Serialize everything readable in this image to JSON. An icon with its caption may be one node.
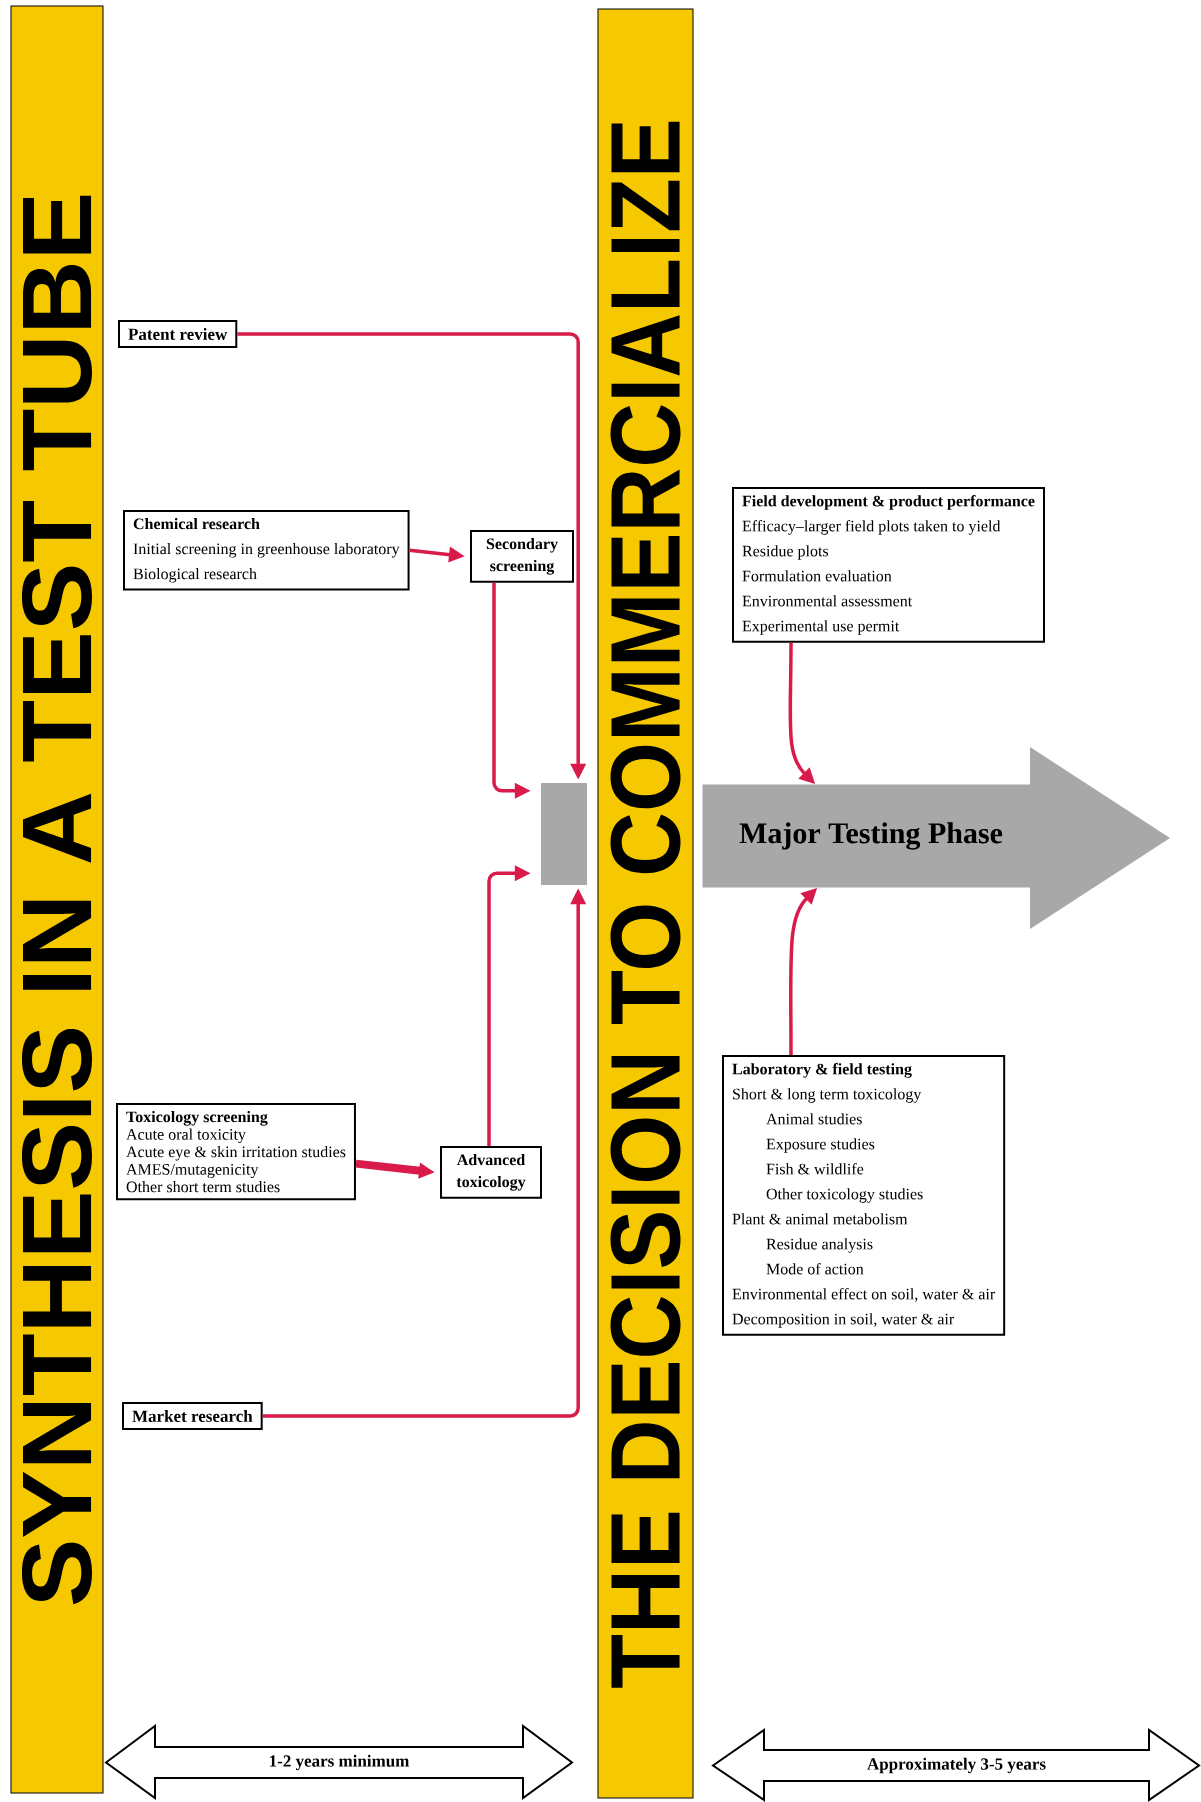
{
  "diagram": {
    "nodes": [
      {
        "text": [
          "SYNTHESIS IN A TEST TUBE"
        ]
      },
      {
        "text": [
          "THE DECISION TO COMMERCIALIZE"
        ]
      },
      {
        "text": [
          "Patent review"
        ]
      },
      {
        "text": [
          "Chemical research",
          "Initial screening in greenhouse laboratory",
          "Biological research"
        ]
      },
      {
        "text": [
          "Secondary screening"
        ]
      },
      {
        "text": [],
        "shape": "box"
      },
      {
        "text": [
          "Toxicology screening",
          "Acute oral toxicity",
          "Acute eye & skin irritation studies",
          "AMES/mutagenicity",
          "Other short term studies"
        ]
      },
      {
        "text": [
          "Advanced toxicology"
        ]
      },
      {
        "text": [
          "Market research"
        ]
      },
      {
        "text": [
          "Field development & product performance",
          "Efficacy–larger field plots taken to yield",
          "Residue plots",
          "Formulation evaluation",
          "Environmental assessment",
          "Experimental use permit"
        ]
      },
      {
        "text": [
          "Major Testing Phase"
        ]
      },
      {
        "text": [
          "Laboratory & field testing",
          "Short & long term toxicology",
          "Animal studies",
          "Exposure studies",
          "Fish & wildlife",
          "Other toxicology studies",
          "Plant & animal metabolism",
          "Residue analysis",
          "Mode of action",
          "Environmental effect on soil, water & air",
          "Decomposition in soil, water & air"
        ]
      }
    ],
    "edges": [
      {
        "from": 2,
        "to": 5,
        "arrow": "to"
      },
      {
        "from": 3,
        "to": 4,
        "arrow": "to"
      },
      {
        "from": 4,
        "to": 5,
        "arrow": "to"
      },
      {
        "from": 6,
        "to": 7,
        "arrow": "to",
        "style": "thick"
      },
      {
        "from": 7,
        "to": 5,
        "arrow": "to"
      },
      {
        "from": 8,
        "to": 5,
        "arrow": "to"
      },
      {
        "from": 9,
        "to": 10,
        "arrow": "to"
      },
      {
        "from": 11,
        "to": 10,
        "arrow": "to"
      }
    ],
    "labels": [
      "1-2 years minimum",
      "Approximately 3-5 years"
    ]
  }
}
